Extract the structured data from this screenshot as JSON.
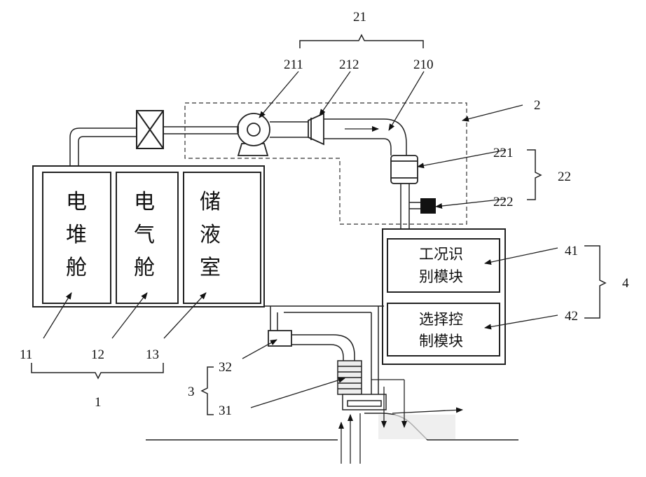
{
  "labels": {
    "n21": "21",
    "n211": "211",
    "n212": "212",
    "n210": "210",
    "n2": "2",
    "n221": "221",
    "n22": "22",
    "n222": "222",
    "n41": "41",
    "n4": "4",
    "n42": "42",
    "n11": "11",
    "n12": "12",
    "n13": "13",
    "n1": "1",
    "n32": "32",
    "n3": "3",
    "n31": "31"
  },
  "compartments": {
    "stack": [
      "电",
      "堆",
      "舱"
    ],
    "electric": [
      "电",
      "气",
      "舱"
    ],
    "reservoir": [
      "储",
      "液",
      "室"
    ]
  },
  "modules": {
    "m41": [
      "工况识",
      "别模块"
    ],
    "m42": [
      "选择控",
      "制模块"
    ]
  }
}
